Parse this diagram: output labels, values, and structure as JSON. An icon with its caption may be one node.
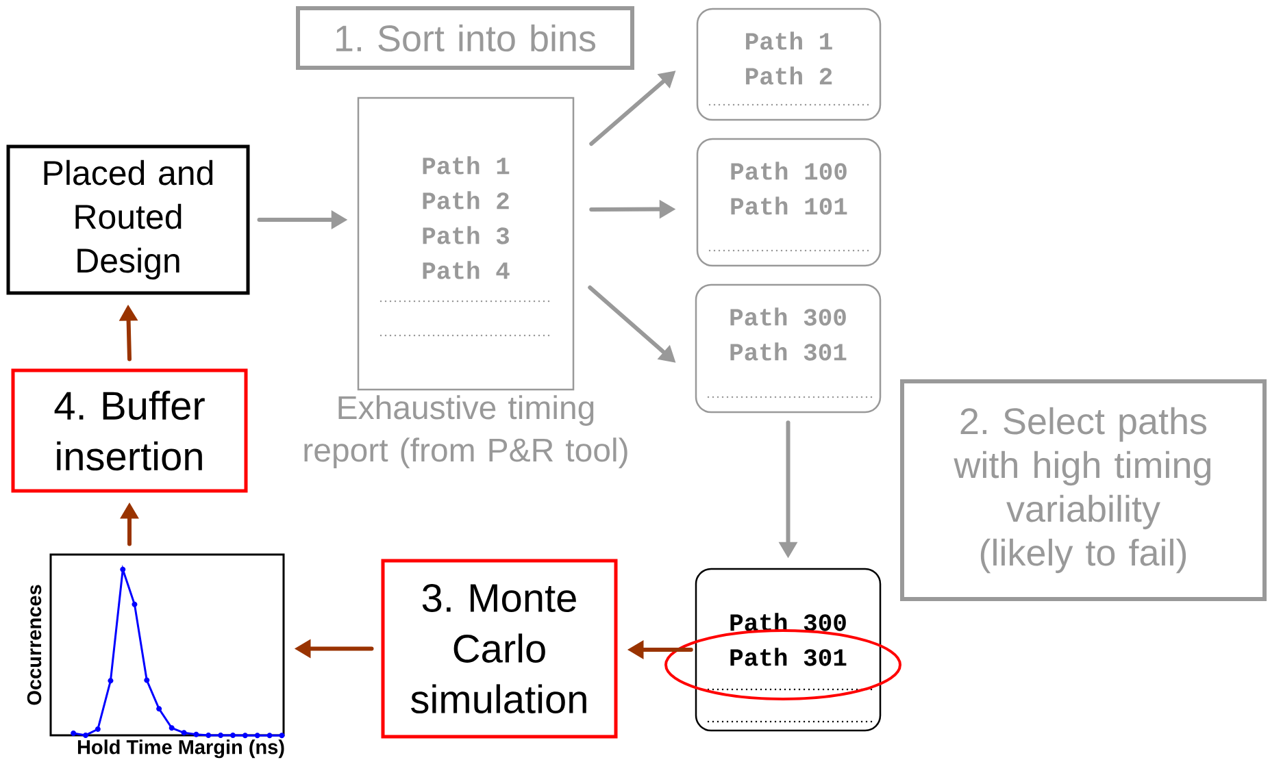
{
  "diagram": {
    "nodes": [
      {
        "text": [
          "1. Sort into bins"
        ]
      },
      {
        "text": [
          "Placed and Routed Design"
        ]
      },
      {
        "text": [
          "Path 1",
          "Path 2",
          "Path 3",
          "Path 4"
        ],
        "beside": [
          "Exhaustive timing report (from P&R tool)"
        ]
      },
      {
        "text": [
          "Path 1",
          "Path 2"
        ]
      },
      {
        "text": [
          "Path 100",
          "Path 101"
        ]
      },
      {
        "text": [
          "Path 300",
          "Path 301"
        ]
      },
      {
        "text": [
          "2. Select paths with high timing variability (likely to fail)"
        ]
      },
      {
        "text": [
          "Path 300",
          "Path 301"
        ]
      },
      {
        "text": [
          "3.  Monte Carlo simulation"
        ]
      },
      {
        "text": [
          "Occurrences",
          "Hold Time Margin (ns)"
        ]
      },
      {
        "text": [
          "4. Buffer insertion"
        ]
      }
    ],
    "edges": [
      {
        "from": 1,
        "to": 2,
        "arrow": "to",
        "color": "#999999"
      },
      {
        "from": 2,
        "to": 3,
        "arrow": "to",
        "color": "#999999"
      },
      {
        "from": 2,
        "to": 4,
        "arrow": "to",
        "color": "#999999"
      },
      {
        "from": 2,
        "to": 5,
        "arrow": "to",
        "color": "#999999"
      },
      {
        "from": 5,
        "to": 7,
        "arrow": "to",
        "color": "#999999"
      },
      {
        "from": 7,
        "to": 8,
        "arrow": "to",
        "color": "#993300"
      },
      {
        "from": 8,
        "to": 9,
        "arrow": "to",
        "color": "#993300"
      },
      {
        "from": 9,
        "to": 10,
        "arrow": "to",
        "color": "#993300"
      },
      {
        "from": 10,
        "to": 1,
        "arrow": "to",
        "color": "#993300"
      }
    ]
  }
}
